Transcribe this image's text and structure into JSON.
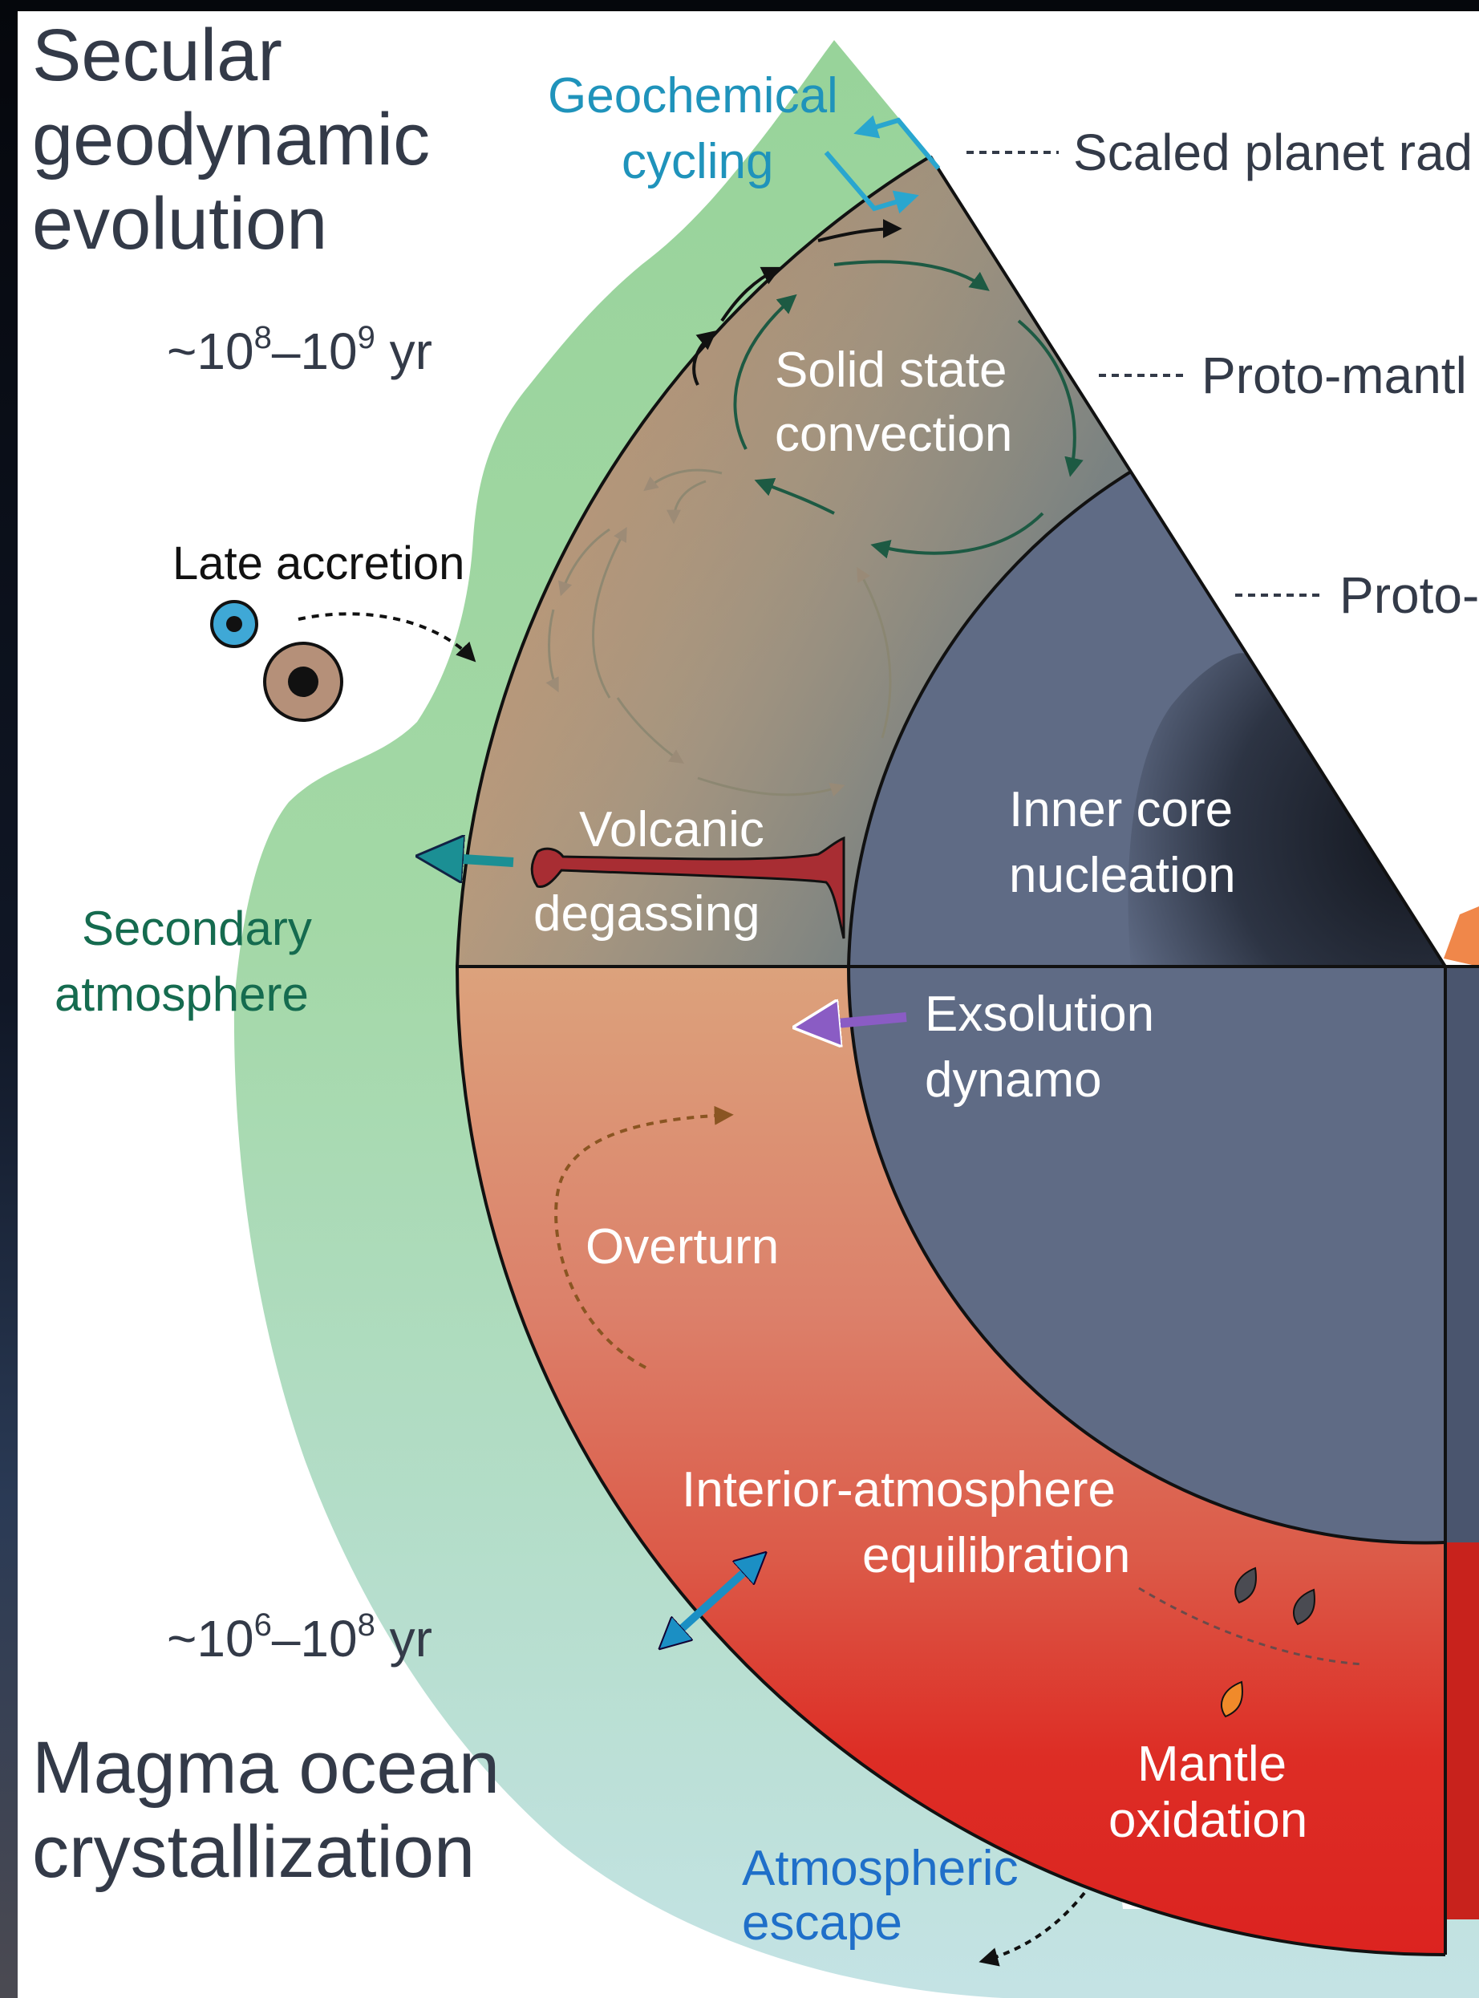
{
  "headings": {
    "secular": [
      "Secular",
      "geodynamic",
      "evolution"
    ],
    "magma": [
      "Magma ocean",
      "crystallization"
    ]
  },
  "timescales": {
    "late": {
      "base": "~10",
      "exp1": "8",
      "dash": "–10",
      "exp2": "9",
      "unit": " yr"
    },
    "early": {
      "base": "~10",
      "exp1": "6",
      "dash": "–10",
      "exp2": "8",
      "unit": " yr"
    }
  },
  "layer_labels": {
    "radius": "Scaled planet rad",
    "proto_mantle": "Proto-mantl",
    "proto_core": "Proto-"
  },
  "processes": {
    "geochemical_cycling": [
      "Geochemical",
      "cycling"
    ],
    "solid_state_convection": [
      "Solid state",
      "convection"
    ],
    "late_accretion": "Late accretion",
    "volcanic_degassing": [
      "Volcanic",
      "degassing"
    ],
    "secondary_atmosphere": [
      "Secondary",
      "atmosphere"
    ],
    "inner_core_nucleation": [
      "Inner core",
      "nucleation"
    ],
    "exsolution_dynamo": [
      "Exsolution",
      "dynamo"
    ],
    "overturn": "Overturn",
    "interior_atmosphere_equilibration": [
      "Interior-atmosphere",
      "equilibration"
    ],
    "mantle_oxidation": [
      "Mantle",
      "oxidation"
    ],
    "atmospheric_escape": [
      "Atmospheric",
      "escape"
    ]
  },
  "colors": {
    "text_dark": "#333a48",
    "text_white": "#ffffff",
    "geochemical_blue": "#1f93bb",
    "secondary_green": "#156b4f",
    "escape_blue": "#1f6fc9",
    "atmosphere_green": "#9fd59c",
    "atmosphere_teal": "#bfe0e0",
    "core_slate": "#5f6b85",
    "melt_red": "#dc2a22",
    "mantle_tan": "#d9a37a"
  }
}
